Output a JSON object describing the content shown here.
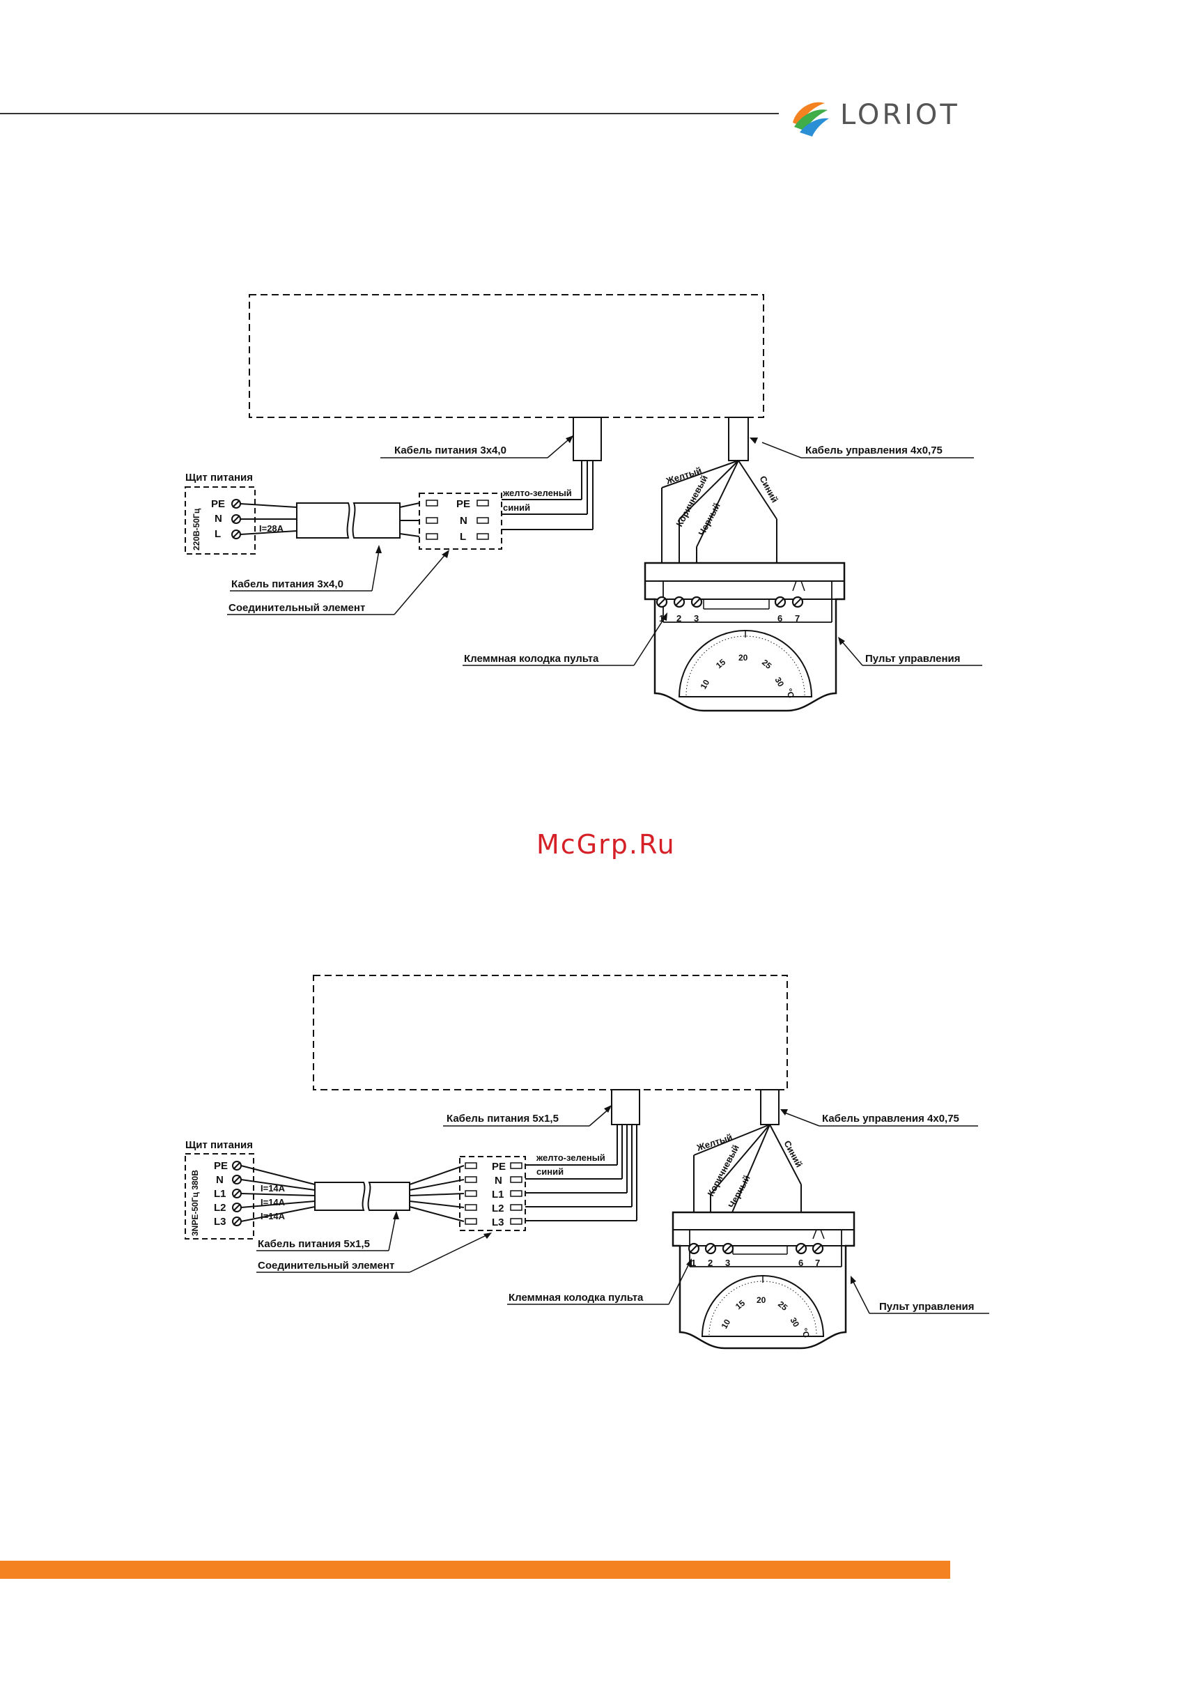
{
  "header": {
    "brand": "LORIOT"
  },
  "colors": {
    "line": "#111111",
    "accent": "#f58220",
    "watermark": "#d62027",
    "logo_blue": "#2b8fd6",
    "logo_green": "#3fae49",
    "logo_orange": "#f58220"
  },
  "watermark": "McGrp.Ru",
  "diagram1": {
    "panel_title": "Щит питания",
    "panel_rating": "220В-50Гц",
    "panel_terminals": [
      "PE",
      "N",
      "L"
    ],
    "current_label": "I=28A",
    "cable_power_top": "Кабель питания 3х4,0",
    "cable_power_bottom": "Кабель питания 3х4,0",
    "connector_label": "Соединительный элемент",
    "connector_terminals": [
      "PE",
      "N",
      "L"
    ],
    "wire_colors": [
      "желто-зеленый",
      "синий"
    ],
    "cable_control": "Кабель управления 4х0,75",
    "control_wires": [
      "Желтый",
      "Коричневый",
      "Черный",
      "Синий"
    ],
    "terminal_numbers": [
      "1",
      "2",
      "3",
      "6",
      "7"
    ],
    "terminal_block_label": "Клеммная колодка пульта",
    "remote_label": "Пульт управления",
    "dial_values": [
      "10",
      "15",
      "20",
      "25",
      "30"
    ],
    "dial_unit": "°C"
  },
  "diagram2": {
    "panel_title": "Щит питания",
    "panel_rating": "3NPE-50Гц 380В",
    "panel_terminals": [
      "PE",
      "N",
      "L1",
      "L2",
      "L3"
    ],
    "current_labels": [
      "I=14A",
      "I=14A",
      "I=14A"
    ],
    "cable_power_top": "Кабель питания 5х1,5",
    "cable_power_bottom": "Кабель питания 5х1,5",
    "connector_label": "Соединительный элемент",
    "connector_terminals": [
      "PE",
      "N",
      "L1",
      "L2",
      "L3"
    ],
    "wire_colors": [
      "желто-зеленый",
      "синий"
    ],
    "cable_control": "Кабель управления 4х0,75",
    "control_wires": [
      "Желтый",
      "Коричневый",
      "Черный",
      "Синий"
    ],
    "terminal_numbers": [
      "1",
      "2",
      "3",
      "6",
      "7"
    ],
    "terminal_block_label": "Клеммная колодка пульта",
    "remote_label": "Пульт управления",
    "dial_values": [
      "10",
      "15",
      "20",
      "25",
      "30"
    ],
    "dial_unit": "°C"
  }
}
